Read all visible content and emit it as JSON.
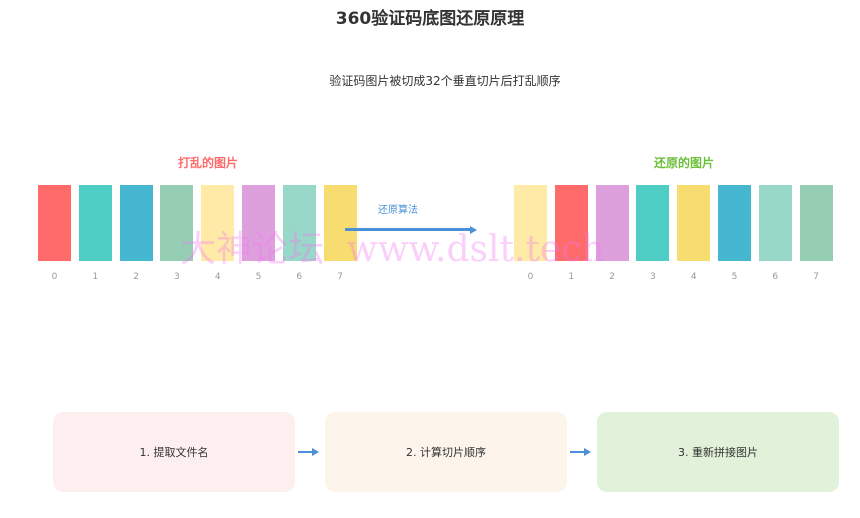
{
  "title": "360验证码底图还原原理",
  "subtitle": "验证码图片被切成32个垂直切片后打乱顺序",
  "shuffled": {
    "label": "打乱的图片",
    "label_color": "#FF6B6B",
    "colors": [
      "#FF6B6B",
      "#4ECDC4",
      "#45B7D1",
      "#96CEB4",
      "#FFEAA7",
      "#DDA0DD",
      "#98D8C8",
      "#F7DC6F"
    ],
    "indices": [
      "0",
      "1",
      "2",
      "3",
      "4",
      "5",
      "6",
      "7"
    ]
  },
  "restored": {
    "label": "还原的图片",
    "label_color": "#6BBF3A",
    "colors": [
      "#FFEAA7",
      "#FF6B6B",
      "#DDA0DD",
      "#4ECDC4",
      "#F7DC6F",
      "#45B7D1",
      "#98D8C8",
      "#96CEB4"
    ],
    "indices": [
      "0",
      "1",
      "2",
      "3",
      "4",
      "5",
      "6",
      "7"
    ]
  },
  "algorithm_label": "还原算法",
  "steps": [
    {
      "label": "1. 提取文件名",
      "color": "#FDEFEF"
    },
    {
      "label": "2. 计算切片顺序",
      "color": "#FDF5EC"
    },
    {
      "label": "3. 重新拼接图片",
      "color": "#E2F2DA"
    }
  ],
  "watermark": "大神论坛  www.dslt.tech"
}
